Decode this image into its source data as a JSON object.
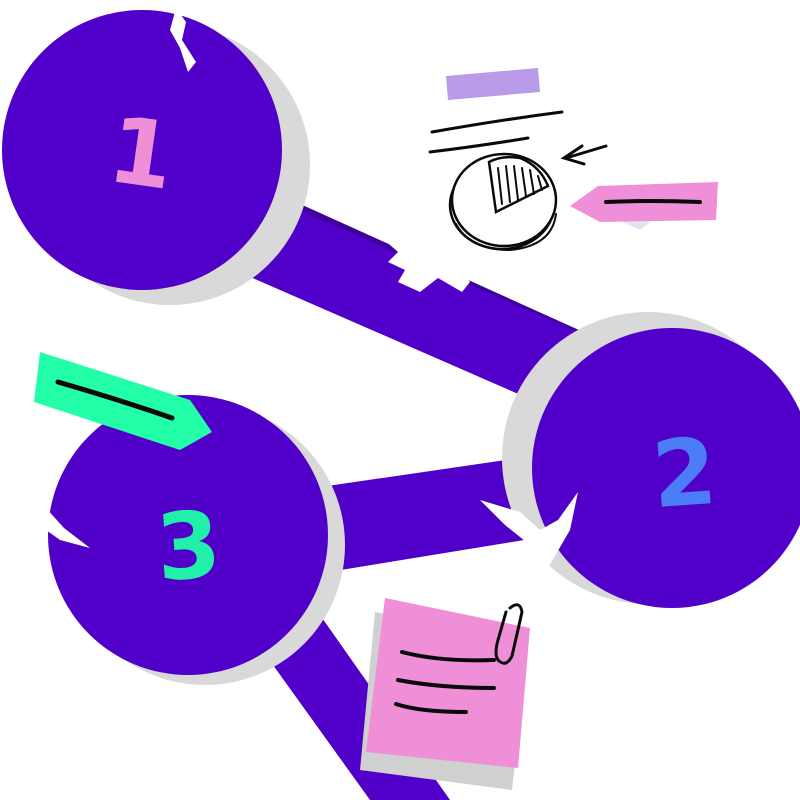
{
  "nodes": [
    {
      "id": "node-1",
      "label": "1",
      "label_color": "#EE8FD8"
    },
    {
      "id": "node-2",
      "label": "2",
      "label_color": "#4B7DF7"
    },
    {
      "id": "node-3",
      "label": "3",
      "label_color": "#22F0A8"
    }
  ],
  "colors": {
    "primary": "#5000C8",
    "shadow": "#D9D9D9",
    "pink": "#EE8FD8",
    "lavender": "#B99BE8",
    "mint": "#22FFA8",
    "ink": "#0A0A0A",
    "background": "#FFFFFF"
  },
  "decorations": {
    "sticky_note": {
      "color": "#EE8FD8",
      "icon": "paperclip-icon"
    },
    "pie_sketch": {
      "icon": "pie-chart-icon"
    },
    "tags": [
      {
        "name": "mint-arrow-tag",
        "color": "#22FFA8"
      },
      {
        "name": "pink-arrow-tag",
        "color": "#EE8FD8"
      },
      {
        "name": "lavender-tape",
        "color": "#B99BE8"
      }
    ]
  }
}
